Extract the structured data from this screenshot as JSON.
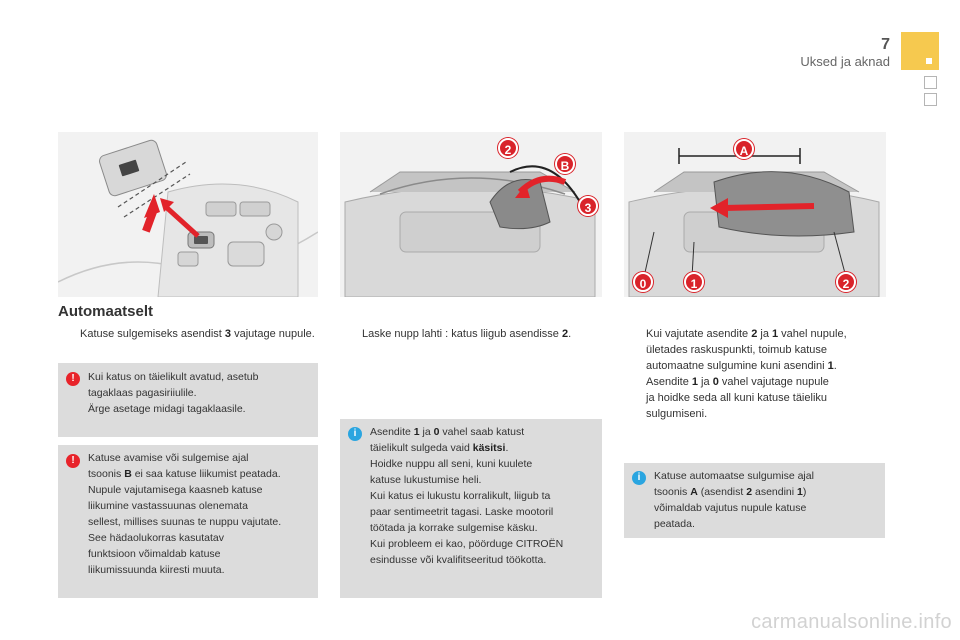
{
  "header": {
    "page_number": "7",
    "section": "Uksed ja aknad"
  },
  "heading": "Automaatselt",
  "bullet_glyph": "",
  "illustrations": {
    "left": {
      "name": "roof-switch-illustration"
    },
    "middle": {
      "labels": [
        "2",
        "B",
        "3"
      ]
    },
    "right": {
      "labels": [
        "A",
        "0",
        "1",
        "2"
      ]
    }
  },
  "col1": {
    "step1": {
      "a": "Katuse sulgemiseks asendist ",
      "b": "3",
      "c": " vajutage nupule."
    },
    "warn1": {
      "l1": "Kui katus on täielikult avatud, asetub",
      "l2": "tagaklaas pagasiriiulile.",
      "l3": "Ärge asetage midagi tagaklaasile."
    },
    "warn2": {
      "l1": "Katuse avamise või sulgemise ajal",
      "l2a": "tsoonis ",
      "l2b": "B",
      "l2c": " ei saa katuse liikumist peatada.",
      "l3": "Nupule vajutamisega kaasneb katuse",
      "l4": "liikumine vastassuunas olenemata",
      "l5": "sellest, millises suunas te nuppu vajutate.",
      "l6": "See hädaolukorras kasutatav",
      "l7": "funktsioon võimaldab katuse",
      "l8": "liikumissuunda kiiresti muuta."
    }
  },
  "col2": {
    "step1": {
      "a": "Laske nupp lahti : katus liigub asendisse ",
      "b": "2",
      "c": "."
    },
    "info1": {
      "l1a": "Asendite ",
      "l1b": "1",
      "l1c": " ja ",
      "l1d": "0",
      "l1e": " vahel saab katust",
      "l2a": "täielikult sulgeda vaid ",
      "l2b": "käsitsi",
      "l2c": ".",
      "l3": "Hoidke nuppu all seni, kuni kuulete",
      "l4": "katuse lukustumise heli.",
      "l5": "Kui katus ei lukustu korralikult, liigub ta",
      "l6": "paar sentimeetrit tagasi. Laske mootoril",
      "l7": "töötada ja korrake sulgemise käsku.",
      "l8": "Kui probleem ei kao, pöörduge CITROËN",
      "l9": "esindusse või kvalifitseeritud töökotta."
    }
  },
  "col3": {
    "step1": {
      "l1a": "Kui vajutate asendite ",
      "l1b": "2",
      "l1c": " ja ",
      "l1d": "1",
      "l1e": " vahel nupule,",
      "l2": "ületades raskuspunkti, toimub katuse",
      "l3a": "automaatne sulgumine kuni asendini ",
      "l3b": "1",
      "l3c": "."
    },
    "step2": {
      "l1a": "Asendite ",
      "l1b": "1",
      "l1c": " ja ",
      "l1d": "0",
      "l1e": " vahel vajutage nupule",
      "l2": "ja hoidke seda all kuni katuse täieliku",
      "l3": "sulgumiseni."
    },
    "info1": {
      "l1": "Katuse automaatse sulgumise ajal",
      "l2a": "tsoonis ",
      "l2b": "A",
      "l2c": " (asendist ",
      "l2d": "2",
      "l2e": " asendini ",
      "l2f": "1",
      "l2g": ")",
      "l3": "võimaldab vajutus nupule katuse",
      "l4": "peatada."
    }
  },
  "watermark": "carmanualsonline.info",
  "colors": {
    "accent_yellow": "#f6c94f",
    "warn_red": "#e8232a",
    "info_blue": "#2aa5e0",
    "box_grey": "#dcdcdc",
    "label_red": "#d9232a"
  }
}
